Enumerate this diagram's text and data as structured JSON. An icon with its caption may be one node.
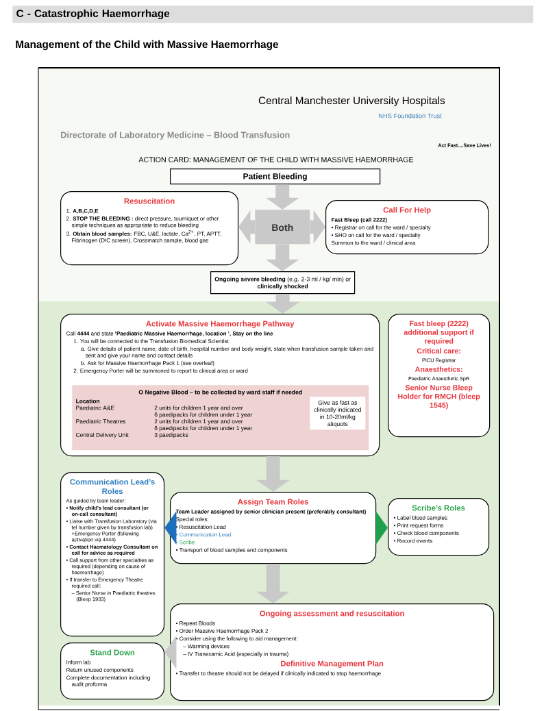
{
  "diagram": {
    "title": "C - Catastrophic Haemorrhage",
    "nodes": [
      {
        "text": [
          "Patient Bleeding"
        ]
      },
      {
        "text": [
          "Both"
        ]
      },
      {
        "text": [
          "Resuscitation",
          "1. **A,B,C,D,E**",
          "2. **STOP THE BLEEDING :** direct pressure, tourniquet or other simple techniques as appropriate to reduce bleeding",
          "3. **Obtain blood samples:** FBC, U&E, lactate, Ca$^{2+}$, PT, APTT, Fibrinogen (DIC screen), Crossmatch sample, blood gas"
        ]
      },
      {
        "text": [
          "Call For Help",
          "Fast Bleep (call 2222)",
          "• Registrar on call for the ward / specialty",
          "• SHO on call for the ward / specialty",
          "Summon to the ward / clinical area"
        ]
      },
      {
        "text": [
          "**Ongoing severe bleeding** (e.g. 2-3 ml / kg/ min) or **clinically shocked**"
        ]
      },
      {
        "text": [
          "Activate Massive Haemorrhage Pathway",
          "Call **4444** and state **‘Paediatric Massive Haemorrhage, location ’, Stay on the line**",
          "1. You will be connected to the Transfusion Biomedical Scientist",
          "a. Give details of patient name, date of birth, hospital number and body weight, state when transfusion sample taken and sent and give your name and contact details",
          "b. Ask for Massive Haemorrhage Pack 1 (see overleaf)",
          "2. Emergency Porter will be summoned to report to clinical area or ward"
        ]
      },
      {
        "text": [
          "O Negative Blood – to be collected by ward staff if needed",
          "Location",
          "Paediatric A&E",
          "2 units for children 1 year and over",
          "6 paedipacks for children under 1 year",
          "Paediatric Theatres",
          "2 units for children 1 year and over",
          "6 paedipacks for children under 1 year",
          "Central Delivery Unit",
          "3 paedipacks"
        ],
        "in": 5
      },
      {
        "text": [
          "Give as fast as clinically indicated in 10-20ml/kg aliquots"
        ],
        "in": 6
      },
      {
        "text": [
          "Fast bleep (2222) additional support if required",
          "Critical care:",
          "PICU Registrar",
          "Anaesthetics:",
          "Paediatric Anaesthetic SpR",
          "Senior Nurse Bleep Holder for RMCH (bleep 1545)"
        ]
      },
      {
        "text": [
          "Communication Lead’s Roles",
          "As guided by team leader:",
          "• Notify child’s lead consultant (or on-call consultant)",
          "• Liaise with Transfusion Laboratory (via tel number given by transfusion lab) +Emergency Porter (following activation via 4444)",
          "• Contact Haematology Consultant on call for advice as required",
          "• Call support from other specialties as required (depending on cause of haemorrhage)",
          "• If transfer to Emergency Theatre required call:",
          "– Senior Nurse in Paediatric theatres (Bleep 1933)"
        ]
      },
      {
        "text": [
          "Assign Team Roles",
          "Team Leader assigned by senior clinician present (preferably consultant)",
          "Special roles:",
          "• Resuscitation Lead",
          "• Communication Lead",
          "• Scribe",
          "• Transport of blood samples and components"
        ]
      },
      {
        "text": [
          "Scribe’s Roles",
          "• Label blood samples",
          "• Print request forms",
          "• Check blood components",
          "• Record events"
        ]
      },
      {
        "text": [
          "Ongoing assessment and resuscitation",
          "• Repeat Bloods",
          "• Order Massive Haemorrhage Pack 2",
          "• Consider using the following to aid management:",
          "– Warming devices",
          "– IV Tranexamic Acid (especially in trauma)",
          "Definitive Management Plan",
          "• Transfer to theatre should not be delayed if clinically indicated to stop haemorrhage"
        ]
      },
      {
        "text": [
          "Stand Down",
          "Inform lab",
          "Return unused components",
          "Complete documentation including audit proforma"
        ]
      }
    ],
    "edges": [
      {
        "from": 0,
        "to": 1,
        "arrow": "to"
      },
      {
        "from": 1,
        "to": 2,
        "arrow": "to"
      },
      {
        "from": 1,
        "to": 3,
        "arrow": "to"
      },
      {
        "from": 1,
        "to": 4,
        "arrow": "to"
      },
      {
        "from": 4,
        "to": 5,
        "arrow": "to"
      },
      {
        "from": 5,
        "to": 10,
        "arrow": "to"
      },
      {
        "from": 10,
        "to": 9,
        "arrow": "to",
        "color": "#1f6fbf"
      },
      {
        "from": 10,
        "to": 11,
        "arrow": "to",
        "color": "#1ea04c"
      },
      {
        "from": 10,
        "to": 12,
        "arrow": "to"
      },
      {
        "from": 12,
        "to": 13,
        "arrow": "to"
      }
    ],
    "labels": [
      "Management of the Child with Massive Haemorrhage",
      "Central Manchester University Hospitals",
      "NHS Foundation Trust",
      "Directorate of Laboratory Medicine – Blood Transfusion",
      "Act Fast....Save Lives!",
      "ACTION CARD: MANAGEMENT OF THE CHILD WITH MASSIVE HAEMORRHAGE"
    ]
  }
}
